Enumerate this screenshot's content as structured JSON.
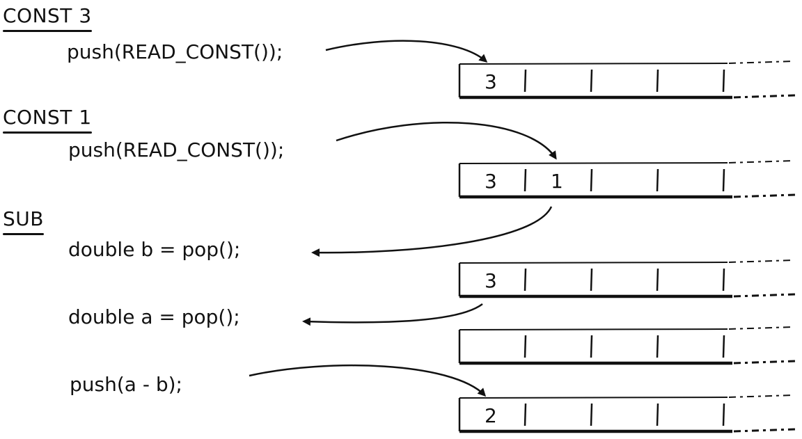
{
  "sections": [
    {
      "heading": "CONST 3",
      "code": [
        "push(READ_CONST());"
      ]
    },
    {
      "heading": "CONST 1",
      "code": [
        "push(READ_CONST());"
      ]
    },
    {
      "heading": "SUB",
      "code": [
        "double b = pop();",
        "double a = pop();",
        "push(a - b);"
      ]
    }
  ],
  "stacks": [
    {
      "cells": [
        "3",
        "",
        "",
        ""
      ]
    },
    {
      "cells": [
        "3",
        "1",
        "",
        ""
      ]
    },
    {
      "cells": [
        "3",
        "",
        "",
        ""
      ]
    },
    {
      "cells": [
        "",
        "",
        "",
        ""
      ]
    },
    {
      "cells": [
        "2",
        "",
        "",
        ""
      ]
    }
  ],
  "colors": {
    "ink": "#111111",
    "background": "#ffffff"
  }
}
